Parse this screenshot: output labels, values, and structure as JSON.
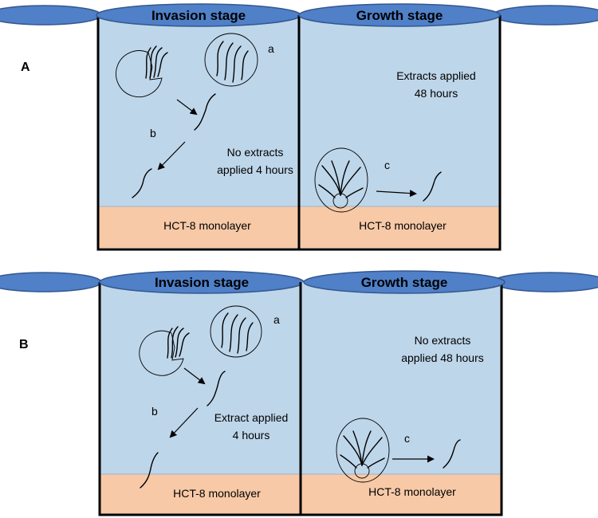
{
  "colors": {
    "medium": "#bed6ea",
    "monolayer": "#f7c9a7",
    "cap": "#4f80c8",
    "cap_edge": "#34578f"
  },
  "panels": [
    {
      "label": "A",
      "left_stage": {
        "title": "Invasion stage",
        "letter_a": "a",
        "letter_b": "b",
        "condition_line1": "No extracts",
        "condition_line2": "applied 4 hours",
        "monolayer": "HCT-8 monolayer"
      },
      "right_stage": {
        "title": "Growth stage",
        "letter_c": "c",
        "condition_line1": "Extracts applied",
        "condition_line2": "48 hours",
        "monolayer": "HCT-8 monolayer"
      }
    },
    {
      "label": "B",
      "left_stage": {
        "title": "Invasion stage",
        "letter_a": "a",
        "letter_b": "b",
        "condition_line1": "Extract applied",
        "condition_line2": "4 hours",
        "monolayer": "HCT-8 monolayer"
      },
      "right_stage": {
        "title": "Growth stage",
        "letter_c": "c",
        "condition_line1": "No extracts",
        "condition_line2": "applied 48 hours",
        "monolayer": "HCT-8 monolayer"
      }
    }
  ]
}
